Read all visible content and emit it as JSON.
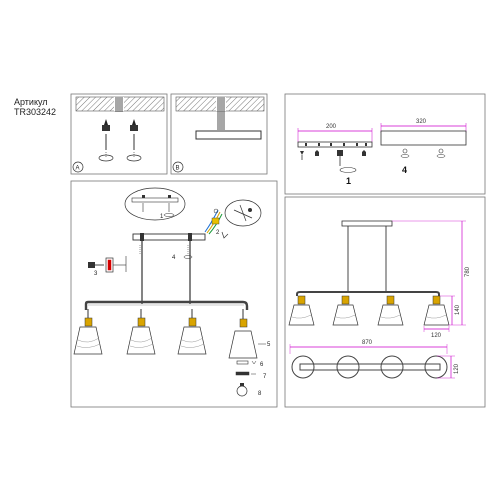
{
  "header": {
    "article_label": "Артикул",
    "article_code": "TR303242"
  },
  "panel_a": {
    "badge": "A"
  },
  "panel_b": {
    "badge": "B"
  },
  "panel_parts": {
    "width_top": "200",
    "width_plate": "320",
    "part_bar": "1",
    "part_plate": "4"
  },
  "panel_assembly": {
    "labels": [
      "1",
      "2",
      "3",
      "4",
      "5",
      "6",
      "7",
      "8"
    ]
  },
  "panel_dims": {
    "height": "780",
    "shade_h": "140",
    "shade_w": "120",
    "length": "870",
    "depth": "120"
  }
}
